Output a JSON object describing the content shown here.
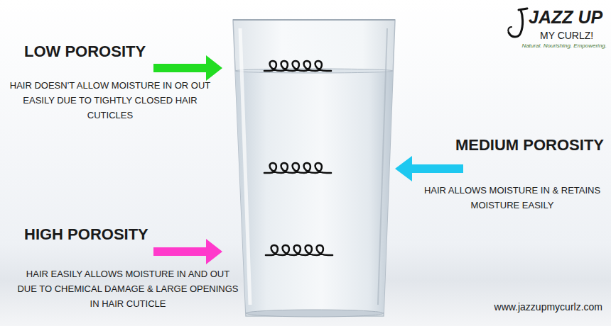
{
  "diagram": {
    "labels": [
      "LOW POROSITY",
      "HAIR DOESN'T ALLOW MOISTURE IN OR OUT EASILY DUE TO TIGHTLY CLOSED HAIR CUTICLES",
      "MEDIUM POROSITY",
      "HAIR ALLOWS MOISTURE IN & RETAINS MOISTURE EASILY",
      "HIGH POROSITY",
      "HAIR EASILY ALLOWS MOISTURE IN AND OUT DUE TO CHEMICAL DAMAGE & LARGE OPENINGS IN HAIR CUTICLE",
      "JAZZ UP",
      "MY CURLZ!",
      "Natural. Nourishing. Empowering.",
      "www.jazzupmycurlz.com"
    ]
  }
}
